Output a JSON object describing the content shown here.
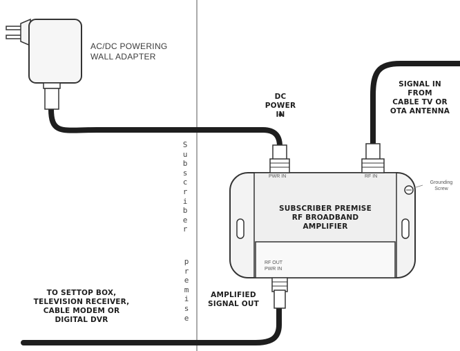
{
  "adapter": {
    "label_line1": "AC/DC POWERING",
    "label_line2": "WALL ADAPTER"
  },
  "dc_power": {
    "line1": "DC",
    "line2": "POWER",
    "line3": "IN"
  },
  "signal_in": {
    "line1": "SIGNAL IN",
    "line2": "FROM",
    "line3": "CABLE TV OR",
    "line4": "OTA ANTENNA"
  },
  "divider": {
    "word1": "Subscriber",
    "word2": "premise"
  },
  "amplifier": {
    "title_line1": "SUBSCRIBER PREMISE",
    "title_line2": "RF BROADBAND",
    "title_line3": "AMPLIFIER",
    "port_pwr": "PWR IN",
    "port_rf_in": "RF IN",
    "port_out_line1": "RF OUT",
    "port_out_line2": "PWR IN",
    "grounding_line1": "Grounding",
    "grounding_line2": "Screw"
  },
  "amplified": {
    "line1": "AMPLIFIED",
    "line2": "SIGNAL OUT"
  },
  "destination": {
    "line1": "TO SETTOP BOX,",
    "line2": "TELEVISION RECEIVER,",
    "line3": "CABLE MODEM OR",
    "line4": "DIGITAL DVR"
  }
}
